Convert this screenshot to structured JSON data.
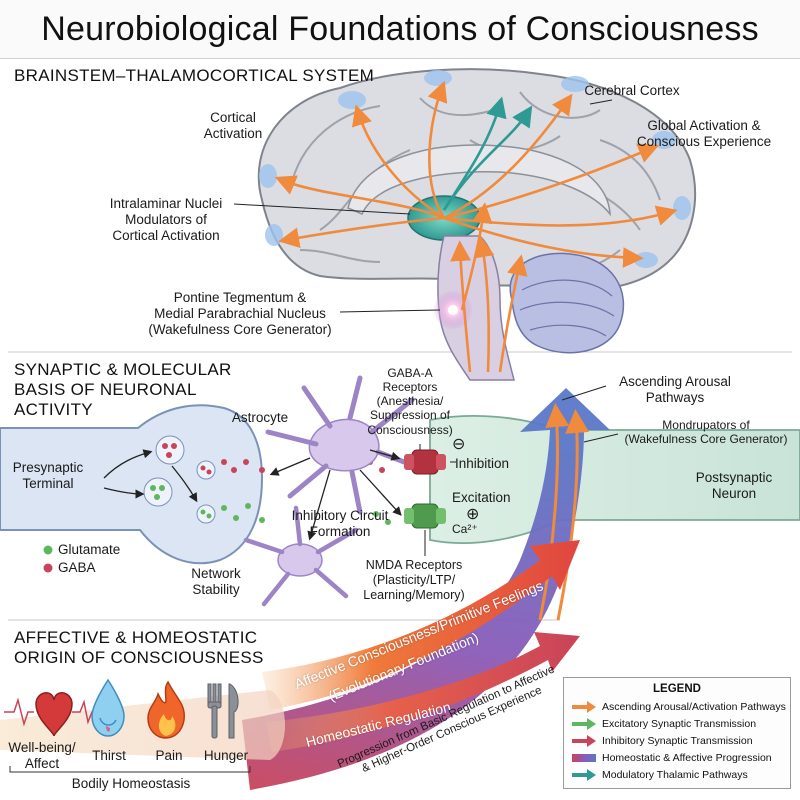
{
  "title": "Neurobiological Foundations of Consciousness",
  "sections": {
    "brainstem": {
      "heading": "BRAINSTEM–THALAMOCORTICAL SYSTEM",
      "labels": {
        "cerebral_cortex": "Cerebral Cortex",
        "cortical_activation": "Cortical\nActivation",
        "global_activation": "Global Activation &\nConscious Experience",
        "intralaminar": "Intralaminar Nuclei\nModulators of\nCortical Activation",
        "pontine": "Pontine Tegmentum &\nMedial Parabrachial Nucleus\n(Wakefulness Core Generator)",
        "ascending": "Ascending Arousal\nPathways",
        "modulators": "Mondrupators of\n(Wakefulness Core Generator)"
      }
    },
    "synaptic": {
      "heading": "SYNAPTIC & MOLECULAR\nBASIS OF NEURONAL\nACTIVITY",
      "labels": {
        "astrocyte": "Astrocyte",
        "gaba_a": "GABA-A\nReceptors\n(Anesthesia/\nSuppression of\nConsciousness)",
        "presynaptic": "Presynaptic\nTerminal",
        "inhibition": "Inhibition",
        "excitation": "Excitation",
        "calcium": "Ca²⁺",
        "postsynaptic": "Postsynaptic\nNeuron",
        "inhibitory_circuit": "Inhibitory Circuit\nFormation",
        "nmda": "NMDA Receptors\n(Plasticity/LTP/\nLearning/Memory)",
        "network": "Network\nStability",
        "key_glutamate": "Glutamate",
        "key_gaba": "GABA",
        "minus": "⊖",
        "plus": "⊕"
      }
    },
    "affective": {
      "heading": "AFFECTIVE & HOMEOSTATIC\nORIGIN OF CONSCIOUSNESS",
      "icons": [
        {
          "icon": "heart-icon",
          "label": "Well-being/\nAffect"
        },
        {
          "icon": "water-drop-icon",
          "label": "Thirst"
        },
        {
          "icon": "flame-icon",
          "label": "Pain"
        },
        {
          "icon": "fork-knife-icon",
          "label": "Hunger"
        }
      ],
      "bodily": "Bodily Homeostasis",
      "arrow_affective": "Affective Consciousness/Primitive Feelings",
      "arrow_affective_sub": "(Evolutionary Foundation)",
      "arrow_homeostatic": "Homeostatic Regulation",
      "progression": "Progression from Basic Regulation to Affective\n& Higher-Order Conscious Experience"
    }
  },
  "legend": {
    "title": "LEGEND",
    "items": [
      {
        "label": "Ascending Arousal/Activation Pathways",
        "color": "#f08a3c",
        "kind": "arrow"
      },
      {
        "label": "Excitatory Synaptic Transmission",
        "color": "#5fb560",
        "kind": "arrow"
      },
      {
        "label": "Inhibitory Synaptic Transmission",
        "color": "#c9435a",
        "kind": "arrow"
      },
      {
        "label": "Homeostatic & Affective Progression",
        "color": "#8a5bb8",
        "kind": "gradient"
      },
      {
        "label": "Modulatory Thalamic Pathways",
        "color": "#2f9a93",
        "kind": "arrow"
      }
    ]
  },
  "colors": {
    "orange": "#f08a3c",
    "teal": "#2f9a93",
    "green": "#5fb560",
    "red": "#c9435a",
    "blue": "#5b78c8",
    "purple": "#8a5bb8"
  }
}
